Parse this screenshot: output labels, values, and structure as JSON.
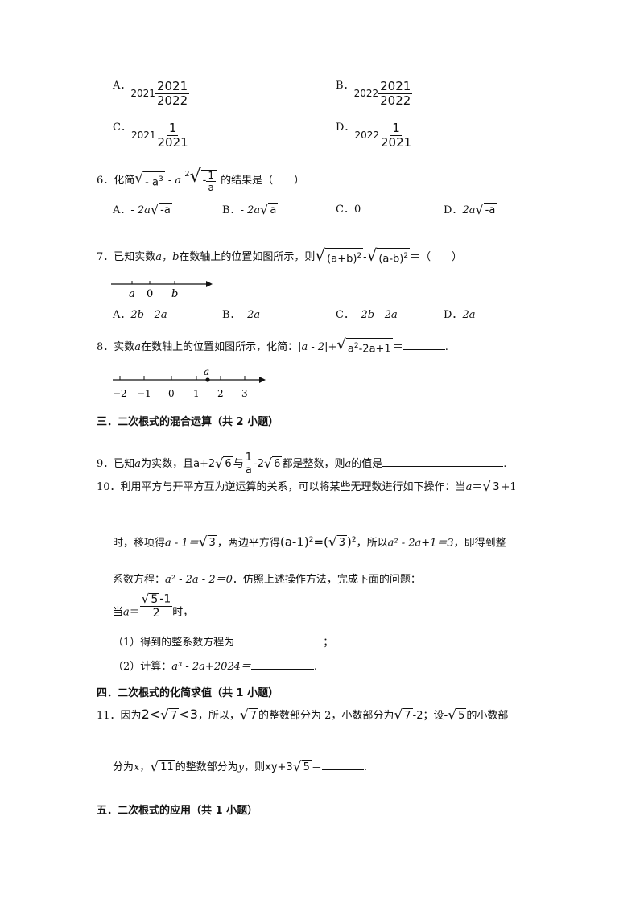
{
  "q5_options": {
    "A": {
      "label": "A．",
      "base": "2021",
      "num": "2021",
      "den": "2022"
    },
    "B": {
      "label": "B．",
      "base": "2022",
      "num": "2021",
      "den": "2022"
    },
    "C": {
      "label": "C．",
      "base": "2021",
      "num": "1",
      "den": "2021"
    },
    "D": {
      "label": "D．",
      "base": "2022",
      "num": "1",
      "den": "2021"
    }
  },
  "q6": {
    "number": "6．",
    "pre": "化简",
    "rad1": "- a",
    "rad1_exp": "3",
    "minus": "- a",
    "coef": "2",
    "frac_num": "1",
    "frac_den": "a",
    "frac_sign": "-",
    "post": "的结果是（　　）",
    "options": [
      {
        "label": "A．",
        "coef": "- 2a",
        "rad": "-a"
      },
      {
        "label": "B．",
        "coef": "- 2a",
        "rad": "a"
      },
      {
        "label": "C．",
        "value": "0"
      },
      {
        "label": "D．",
        "coef": "2a",
        "rad": "-a"
      }
    ]
  },
  "q7": {
    "number": "7．",
    "text_pre": "已知实数",
    "var_a": "a",
    "comma": "，",
    "var_b": "b",
    "text_mid": "在数轴上的位置如图所示，则",
    "rad1": "(a+b)",
    "rad2": "(a-b)",
    "exp": "2",
    "op_minus": "-",
    "tail": "＝（　　）",
    "axis": {
      "label_a": "a",
      "label_0": "0",
      "label_b": "b"
    },
    "options": [
      {
        "label": "A．",
        "value": "2b - 2a"
      },
      {
        "label": "B．",
        "value": "- 2a"
      },
      {
        "label": "C．",
        "value": "- 2b - 2a"
      },
      {
        "label": "D．",
        "value": "2a"
      }
    ]
  },
  "q8": {
    "number": "8．",
    "text_pre": "实数",
    "var_a": "a",
    "text_mid": "在数轴上的位置如图所示，化简：",
    "abs_expr": "|a - 2|+",
    "rad_base": "a",
    "rad_exp": "2",
    "rad_rest": "-2a+1",
    "tail": "＝",
    "period": ".",
    "axis": {
      "point_label": "a",
      "ticks": [
        "−2",
        "−1",
        "0",
        "1",
        "2",
        "3"
      ]
    }
  },
  "section3": {
    "title": "三．二次根式的混合运算（共 2 小题）"
  },
  "q9": {
    "number": "9．",
    "text_pre": "已知",
    "var_a": "a",
    "text_mid": "为实数，且",
    "expr1_pre": "a+2",
    "expr1_rad": "6",
    "and": "与",
    "frac_num": "1",
    "frac_den": "a",
    "expr2_pre": "-2",
    "expr2_rad": "6",
    "text_post": "都是整数，则",
    "var_a2": "a",
    "tail": "的值是",
    "period": "."
  },
  "q10": {
    "number": "10．",
    "line1_text": "利用平方与开平方互为逆运算的关系，可以将某些无理数进行如下操作：当",
    "line1_var": "a",
    "line1_eq": "＝",
    "line1_rad": "3",
    "line1_plus": "+1",
    "line2_a": "时，移项得",
    "line2_expr": "a - 1＝",
    "line2_rad": "3",
    "line2_b": "，两边平方得",
    "line2_lhs": "(a-1)",
    "line2_exp": "2",
    "line2_eq": "=(",
    "line2_rad2": "3",
    "line2_rp": ")",
    "line2_c": "，所以",
    "line2_eq2": "a² - 2a+1＝3",
    "line2_d": "，即得到整",
    "line3_a": "系数方程：",
    "line3_eq": "a² - 2a - 2＝0",
    "line3_b": "．仿照上述操作方法，完成下面的问题：",
    "frac_num_rad": "5",
    "frac_num_rest": "-1",
    "frac_den": "2",
    "when_a": "当",
    "when_var": "a",
    "when_eq": "＝",
    "when_post": "时，",
    "sub1": "（1）得到的整系数方程为",
    "sub1_tail": "；",
    "sub2": "（2）计算：",
    "sub2_expr": "a³ - 2a+2024＝",
    "sub2_tail": "."
  },
  "section4": {
    "title": "四．二次根式的化简求值（共 1 小题）"
  },
  "q11": {
    "number": "11．",
    "line1_a": "因为",
    "ineq_l": "2",
    "ineq_lt": "<",
    "ineq_rad": "7",
    "ineq_r": "3",
    "line1_b": "，所以，",
    "rad7": "7",
    "line1_c": "的整数部分为 2，小数部分为",
    "frac_rad": "7",
    "frac_rest": "-2",
    "line1_d": "；设",
    "neg": "-",
    "rad5": "5",
    "line1_e": "的小数部",
    "line2_a": "分为",
    "var_x": "x",
    "comma": "，",
    "rad11": "11",
    "line2_b": "的整数部分为",
    "var_y": "y",
    "line2_c": "，则",
    "expr": "xy+3",
    "expr_rad": "5",
    "tail": "＝",
    "period": "."
  },
  "section5": {
    "title": "五．二次根式的应用（共 1 小题）"
  }
}
